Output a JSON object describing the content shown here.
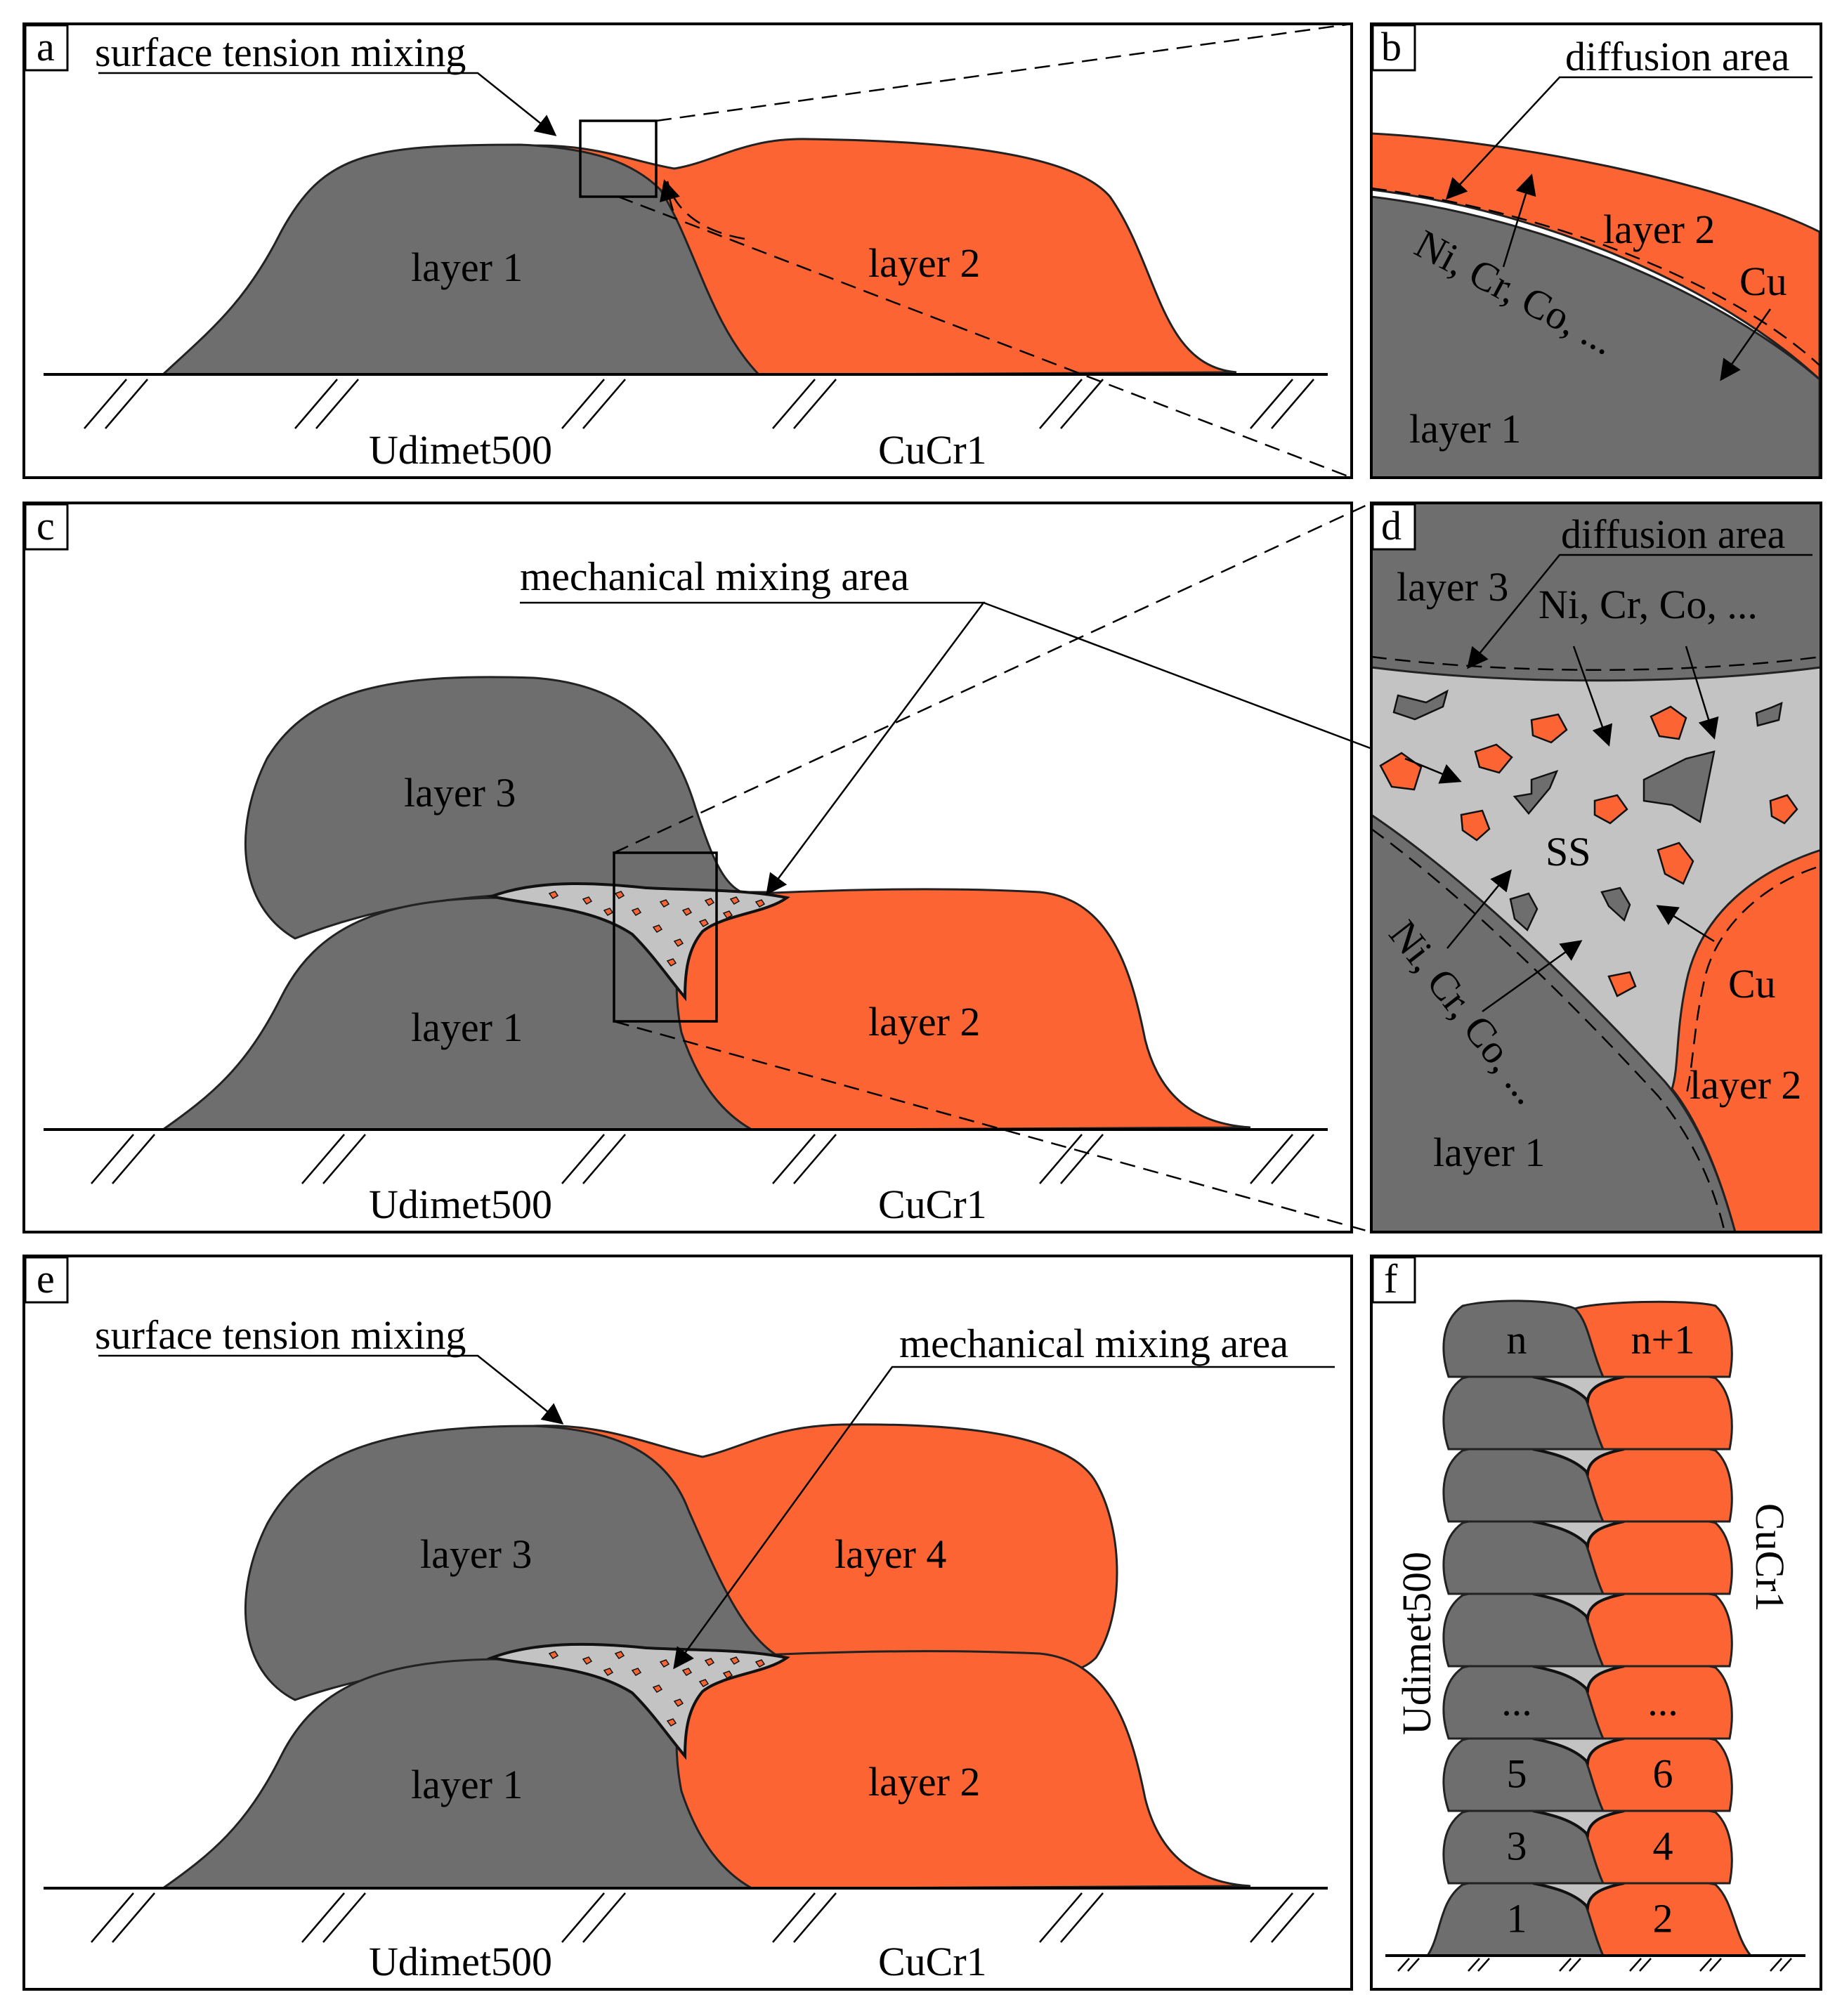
{
  "panels": {
    "a": {
      "tag": "a",
      "callout": "surface tension mixing",
      "layer1": "layer 1",
      "layer2": "layer 2",
      "base_left": "Udimet500",
      "base_right": "CuCr1"
    },
    "b": {
      "tag": "b",
      "callout": "diffusion area",
      "layer2": "layer 2",
      "layer1": "layer 1",
      "elements": "Ni, Cr, Co, ...",
      "cu": "Cu"
    },
    "c": {
      "tag": "c",
      "callout": "mechanical mixing area",
      "layer3": "layer 3",
      "layer1": "layer 1",
      "layer2": "layer 2",
      "base_left": "Udimet500",
      "base_right": "CuCr1"
    },
    "d": {
      "tag": "d",
      "callout": "diffusion area",
      "layer3": "layer 3",
      "elements_top": "Ni, Cr, Co, ...",
      "ss": "SS",
      "elements_bottom": "Ni, Cr, Co, ...",
      "cu": "Cu",
      "layer2": "layer 2",
      "layer1": "layer 1"
    },
    "e": {
      "tag": "e",
      "callout_left": "surface tension mixing",
      "callout_right": "mechanical mixing area",
      "layer3": "layer 3",
      "layer4": "layer 4",
      "layer1": "layer 1",
      "layer2": "layer 2",
      "base_left": "Udimet500",
      "base_right": "CuCr1"
    },
    "f": {
      "tag": "f",
      "side_left": "Udimet500",
      "side_right": "CuCr1",
      "stack": [
        {
          "left": "1",
          "right": "2"
        },
        {
          "left": "3",
          "right": "4"
        },
        {
          "left": "5",
          "right": "6"
        },
        {
          "left": "...",
          "right": "..."
        },
        {
          "left": "",
          "right": ""
        },
        {
          "left": "",
          "right": ""
        },
        {
          "left": "",
          "right": ""
        },
        {
          "left": "",
          "right": ""
        },
        {
          "left": "n",
          "right": "n+1"
        }
      ]
    }
  },
  "colors": {
    "udimet": "#6e6e6e",
    "cucr": "#fc6434",
    "mix": "#c3c3c3"
  }
}
